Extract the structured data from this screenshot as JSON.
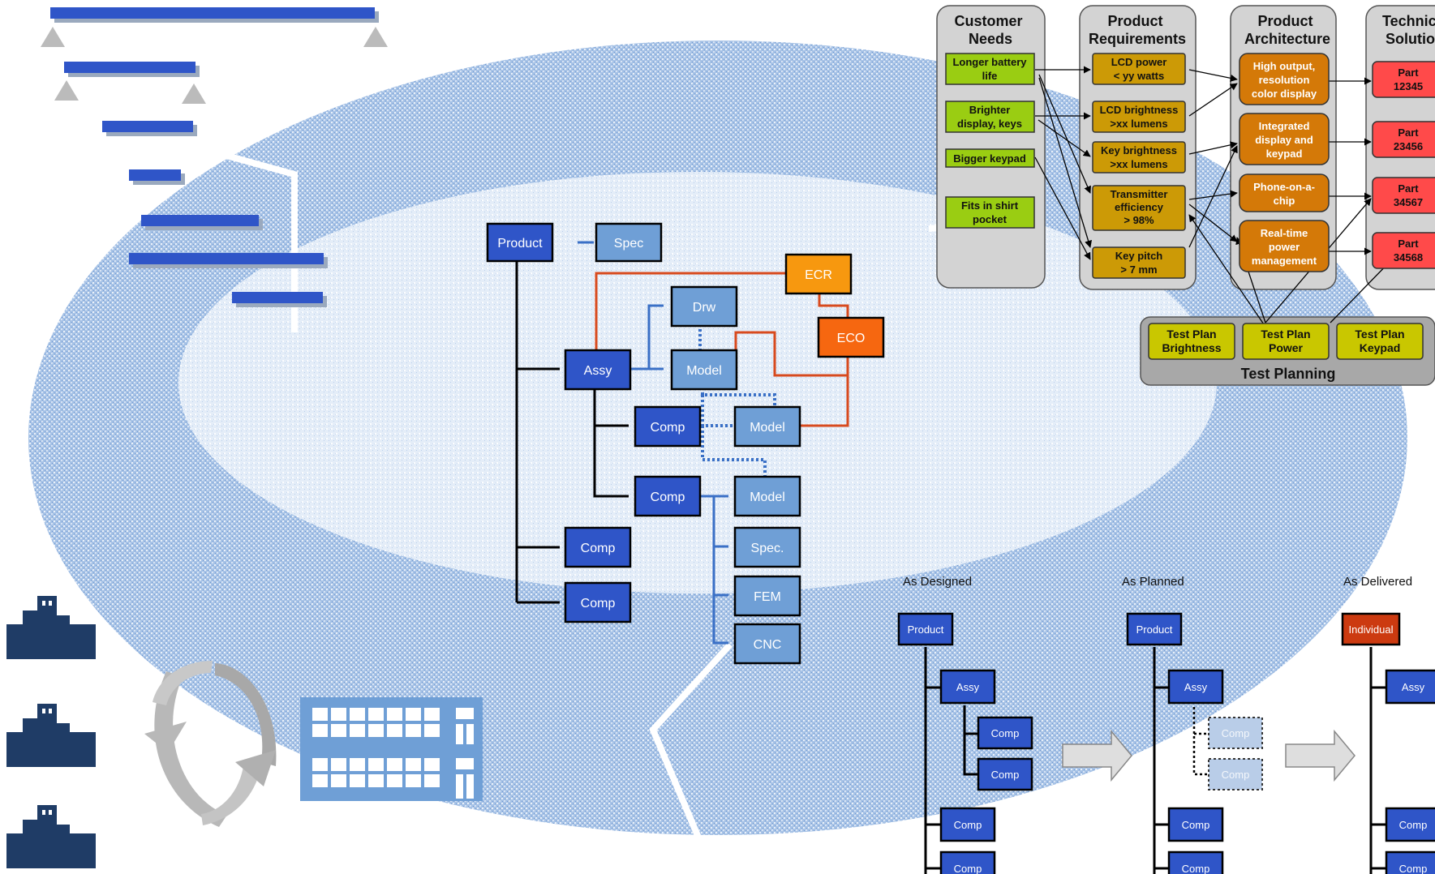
{
  "colors": {
    "dark_blue": "#2f55c8",
    "light_blue": "#6f9fd6",
    "ecr_orange": "#f7980f",
    "eco_orange": "#f66710",
    "line_red": "#d84a1e",
    "line_blue": "#3a70c6",
    "needs_green": "#9acd12",
    "req_gold": "#cc9a06",
    "arch_orange": "#d47908",
    "part_red": "#ff4a4a",
    "test_yellow": "#c9c700",
    "panel_gray": "#d3d3d3",
    "city_navy": "#1f3c66",
    "individual_red": "#cc3a10"
  },
  "bom": {
    "product": "Product",
    "spec": "Spec",
    "ecr": "ECR",
    "eco": "ECO",
    "drw": "Drw",
    "assy": "Assy",
    "model_1": "Model",
    "model_2": "Model",
    "model_3": "Model",
    "comp_1": "Comp",
    "comp_2": "Comp",
    "comp_3": "Comp",
    "comp_4": "Comp",
    "spec2": "Spec.",
    "fem": "FEM",
    "cnc": "CNC"
  },
  "flow": {
    "columns": {
      "needs": [
        "Customer",
        "Needs"
      ],
      "requirements": [
        "Product",
        "Requirements"
      ],
      "architecture": [
        "Product",
        "Architecture"
      ],
      "solution": [
        "Technical",
        "Solution"
      ]
    },
    "needs": [
      [
        "Longer battery",
        "life"
      ],
      [
        "Brighter",
        "display, keys"
      ],
      [
        "Bigger keypad"
      ],
      [
        "Fits in shirt",
        "pocket"
      ]
    ],
    "requirements": [
      [
        "LCD power",
        "< yy watts"
      ],
      [
        "LCD brightness",
        ">xx lumens"
      ],
      [
        "Key brightness",
        ">xx lumens"
      ],
      [
        "Transmitter",
        "efficiency",
        "> 98%"
      ],
      [
        "Key pitch",
        "> 7 mm"
      ]
    ],
    "architecture": [
      [
        "High output,",
        "resolution",
        "color display"
      ],
      [
        "Integrated",
        "display and",
        "keypad"
      ],
      [
        "Phone-on-a-",
        "chip"
      ],
      [
        "Real-time",
        "power",
        "management"
      ]
    ],
    "parts": [
      [
        "Part",
        "12345"
      ],
      [
        "Part",
        "23456"
      ],
      [
        "Part",
        "34567"
      ],
      [
        "Part",
        "34568"
      ]
    ],
    "test_plans": [
      [
        "Test Plan",
        "Brightness"
      ],
      [
        "Test Plan",
        "Power"
      ],
      [
        "Test Plan",
        "Keypad"
      ]
    ],
    "test_planning": "Test Planning"
  },
  "views": {
    "designed": {
      "title": "As Designed",
      "top": "Product",
      "assy": "Assy",
      "comp_a": "Comp",
      "comp_b": "Comp",
      "comp_c": "Comp",
      "comp_d": "Comp"
    },
    "planned": {
      "title": "As Planned",
      "top": "Product",
      "assy": "Assy",
      "comp_a": "Comp",
      "comp_b": "Comp",
      "comp_c": "Comp",
      "comp_d": "Comp"
    },
    "delivered": {
      "title": "As Delivered",
      "top": "Individual",
      "assy": "Assy",
      "comp_c": "Comp",
      "comp_d": "Comp"
    }
  }
}
